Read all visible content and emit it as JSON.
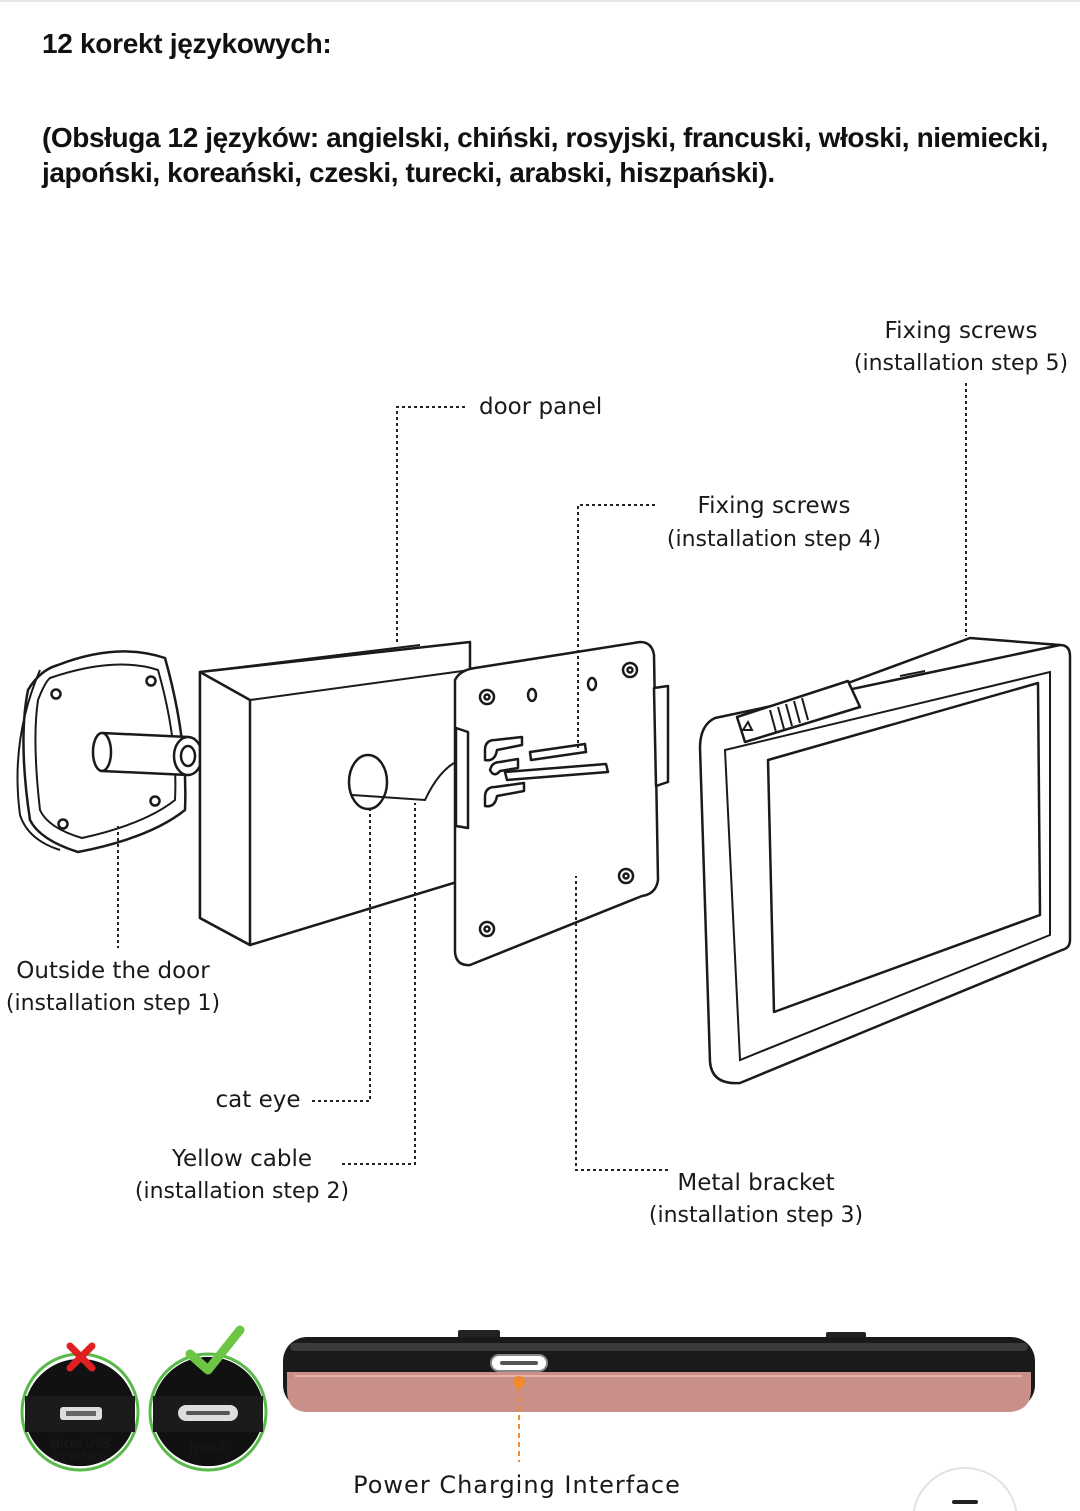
{
  "header": {
    "title": "12 korekt językowych:",
    "languages_text": "(Obsługa 12 języków: angielski, chiński, rosyjski, francuski, włoski, niemiecki, japoński, koreański, czeski, turecki, arabski, hiszpański)."
  },
  "diagram": {
    "labels": {
      "fixing_screws_5": {
        "title": "Fixing screws",
        "step": "(installation step 5)"
      },
      "door_panel": {
        "title": "door panel"
      },
      "fixing_screws_4": {
        "title": "Fixing screws",
        "step": "(installation step 4)"
      },
      "outside_door": {
        "title": "Outside the door",
        "step": "(installation step 1)"
      },
      "cat_eye": {
        "title": "cat eye"
      },
      "yellow_cable": {
        "title": "Yellow cable",
        "step": "(installation step 2)"
      },
      "metal_bracket": {
        "title": "Metal bracket",
        "step": "(installation step 3)"
      }
    }
  },
  "charging": {
    "micro_usb_label_line1": "Micro USB",
    "micro_usb_label_line2": "Interface",
    "type_c_label": "Type-C",
    "interface_label": "Power Charging Interface",
    "cross_color": "#e02020",
    "check_color": "#6cc644",
    "ring_color": "#59b94a",
    "device_body_color": "#c9908a",
    "charge_line_color": "#f08a2a"
  }
}
